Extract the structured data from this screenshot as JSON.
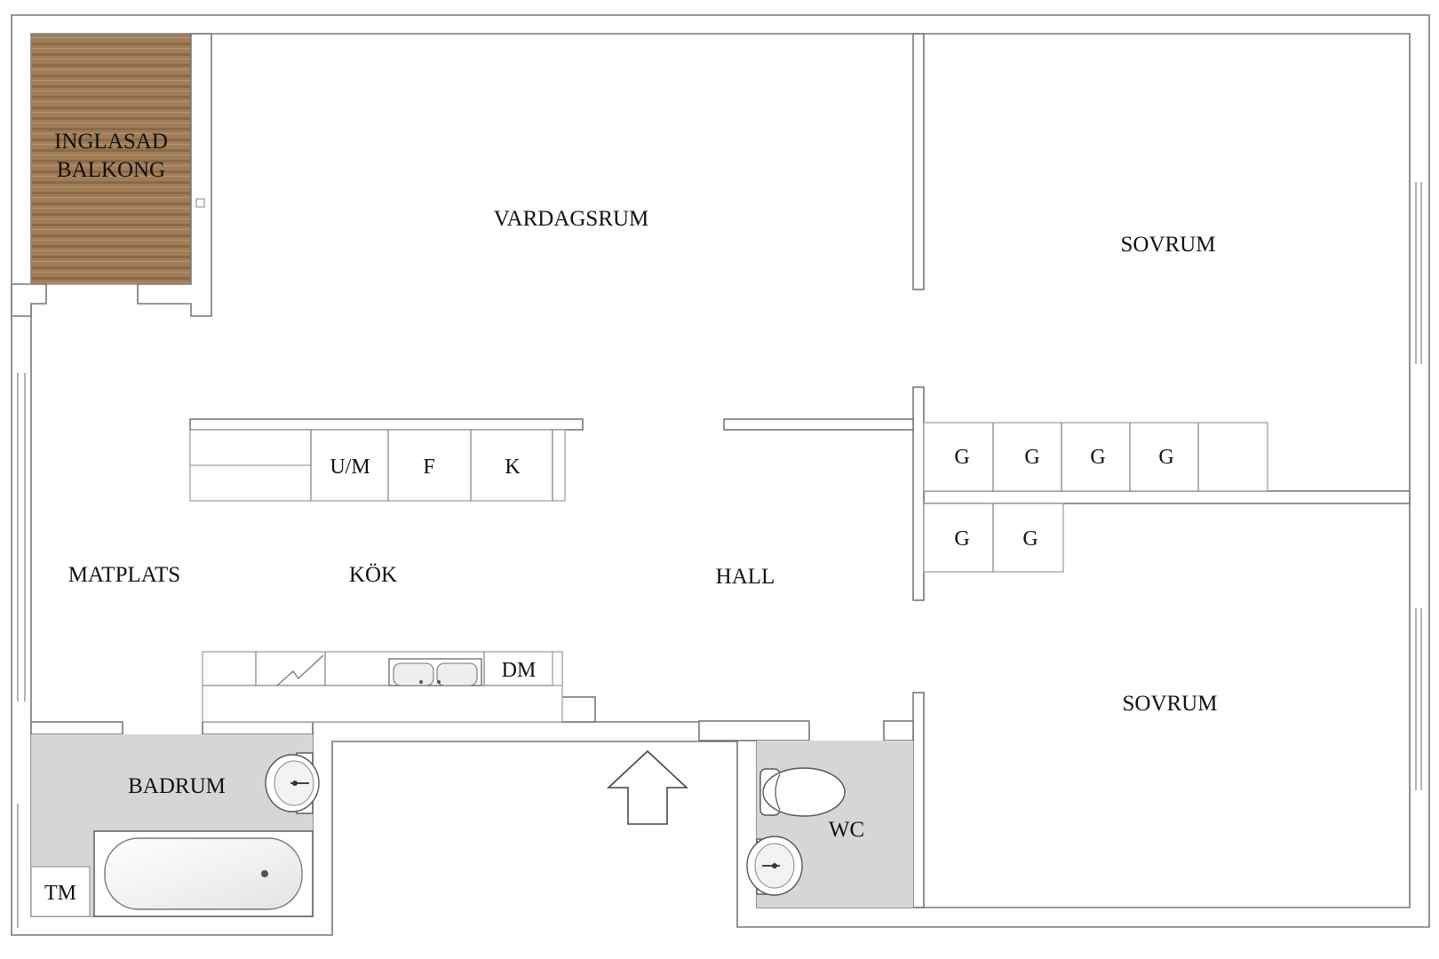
{
  "rooms": {
    "balcony_line1": "INGLASAD",
    "balcony_line2": "BALKONG",
    "living": "VARDAGSRUM",
    "bedroom_top": "SOVRUM",
    "bedroom_bottom": "SOVRUM",
    "dining": "MATPLATS",
    "kitchen": "KÖK",
    "hall": "HALL",
    "bathroom": "BADRUM",
    "wc": "WC",
    "laundry": "TM"
  },
  "kitchen_units": [
    "U/M",
    "F",
    "K"
  ],
  "dishwasher": "DM",
  "wardrobes_top": [
    "G",
    "G",
    "G",
    "G"
  ],
  "wardrobes_bottom": [
    "G",
    "G"
  ],
  "colors": {
    "wall_stroke": "#777777",
    "wet_room": "#d6d6d6",
    "balcony_wood": "#9b7a55"
  },
  "icons": {
    "entrance": "entrance-arrow-icon",
    "sink": "sink-icon",
    "toilet": "toilet-icon",
    "bathtub": "bathtub-icon"
  }
}
